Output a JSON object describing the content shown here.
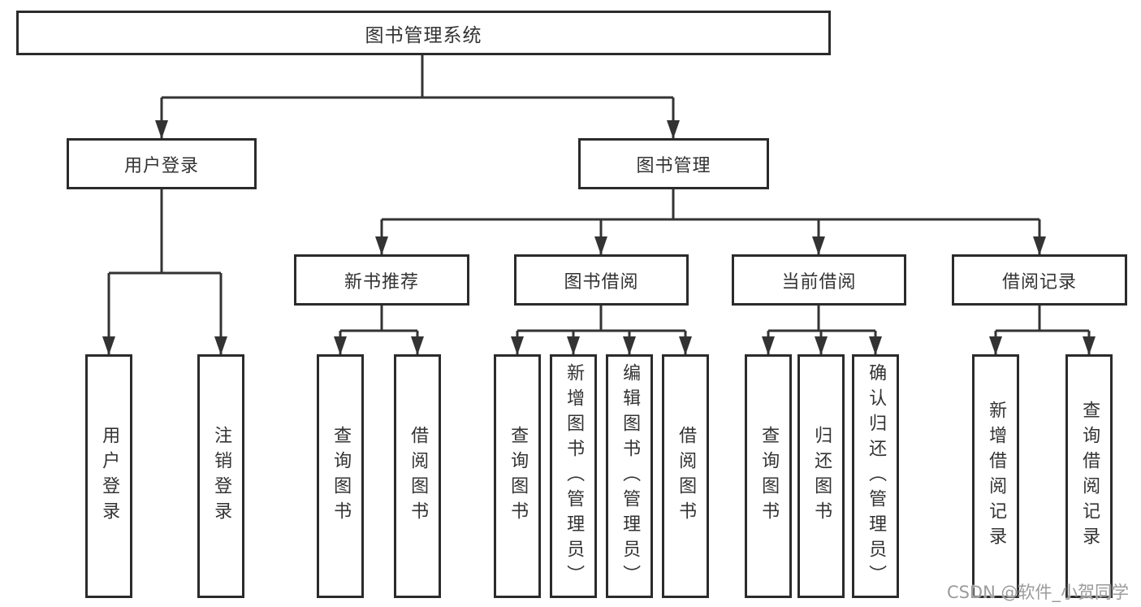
{
  "tree": {
    "root": "图书管理系统",
    "level2": [
      "用户登录",
      "图书管理"
    ],
    "level3": [
      "新书推荐",
      "图书借阅",
      "当前借阅",
      "借阅记录"
    ],
    "leaves": {
      "user_login": [
        "用户登录",
        "注销登录"
      ],
      "new_book_rec": [
        "查询图书",
        "借阅图书"
      ],
      "book_borrow": [
        "查询图书",
        "新增图书（管理员）",
        "编辑图书（管理员）",
        "借阅图书"
      ],
      "current_borrow": [
        "查询图书",
        "归还图书",
        "确认归还（管理员）"
      ],
      "borrow_record": [
        "新增借阅记录",
        "查询借阅记录"
      ]
    }
  },
  "watermark": "CSDN @软件_小贺同学",
  "colors": {
    "line": "#333333",
    "box_border": "#2b2b2b",
    "text": "#333333",
    "watermark": "#9b9b9b"
  }
}
